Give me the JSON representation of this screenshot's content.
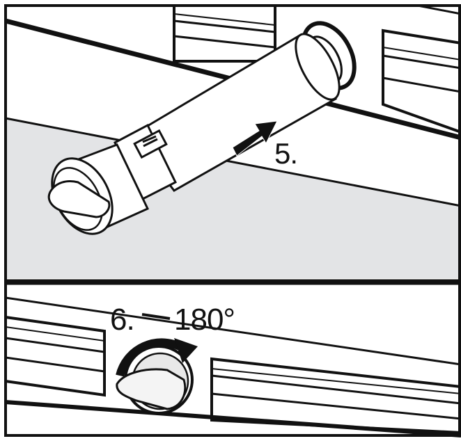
{
  "step_five": {
    "label": "5."
  },
  "step_six": {
    "label": "6.",
    "angle": "180°"
  },
  "colors": {
    "line": "#111111",
    "floor": "#e3e4e6",
    "background": "#ffffff"
  },
  "icons": [
    "insert-arrow-icon",
    "rotate-arrow-icon"
  ]
}
